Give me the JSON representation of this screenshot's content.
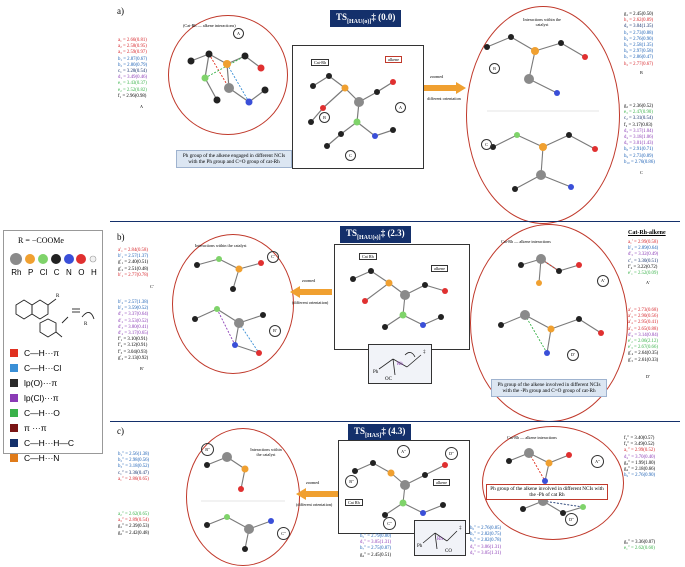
{
  "panels": {
    "a": {
      "tag": "a)",
      "title": "TS",
      "title_sub": "[HAU(o)]",
      "title_val": "‡ (0.0)",
      "left_header": "(Cat-Rh — alkene interactions)",
      "right_header": "Interactions within the catalyst",
      "box_cat": "Cat-Rh",
      "box_alkene": "alkene",
      "arrow_top": "zoomed",
      "arrow_bottom": "different orientation",
      "note": "Ph group of the alkene engaged in different NCIs with the Ph group and C=O group of cat-Rh",
      "left_list": [
        "a₁ = 2.66(0.81)",
        "a₂ = 2.58(0.95)",
        "a₃ = 2.59(0.97)",
        "b₁ = 2.87(0.67)",
        "b₂ = 2.80(0.79)",
        "c₁ = 3.28(0.54)",
        "d₁ = 3.49(0.46)",
        "e₁ = 3.43(0.37)",
        "e₂ = 2.52(0.82)",
        "f₁ = 2.96(0.98)"
      ],
      "left_caption": "A",
      "right_list_1": [
        "g₁ = 2.45(0.50)",
        "h₁ = 2.62(0.89)",
        "d₂ = 3.04(1.35)",
        "b₃ = 2.73(0.88)",
        "b₄ = 2.76(0.90)",
        "b₅ = 2.58(1.35)",
        "b₆ = 2.97(0.58)",
        "b₇ = 2.86(0.47)",
        "h₂ = 2.77(0.67)"
      ],
      "right_caption_1": "B",
      "right_list_2": [
        "g₂ = 2.36(0.52)",
        "e₃ = 2.47(0.90)",
        "c₂ = 3.31(0.54)",
        "f₂ = 3.17(0.83)",
        "d₃ = 3.17(1.04)",
        "d₄ = 3.18(1.06)",
        "d₅ = 3.01(1.43)",
        "b₈ = 2.91(0.71)",
        "b₉ = 2.73(0.89)",
        "b₁₀ = 2.76(0.86)"
      ],
      "right_caption_2": "C"
    },
    "b": {
      "tag": "b)",
      "title": "TS",
      "title_sub": "[HAU(s)]",
      "title_val": "‡ (2.3)",
      "left_header": "Interactions within the catalyst",
      "right_header": "Cat-Rh — alkene interactions",
      "right_col_title": "Cat-Rh-alkene",
      "box_cat": "Cat Rh",
      "box_alkene": "alkene",
      "arrow_top": "zoomed",
      "arrow_bottom": "(different orientation)",
      "note": "Ph group of the alkene involved in different NCIs with the -Ph group and C=O group of cat-Rh",
      "left_list_1": [
        "a′₁ = 2.84(0.58)",
        "b′₁ = 2.57(1.37)",
        "g′₁ = 2.40(0.51)",
        "g′₂ = 2.51(0.48)",
        "h′₁ = 2.77(0.78)"
      ],
      "left_caption_1": "C′",
      "left_list_2": [
        "b′₂ = 2.57(1.38)",
        "b′₃ = 3.59(0.52)",
        "d′₁ = 3.37(0.64)",
        "d′₂ = 3.53(0.52)",
        "d′₃ = 3.80(0.41)",
        "d′₄ = 3.17(0.65)",
        "f′₁ = 3.10(0.91)",
        "f′₂ = 3.12(0.91)",
        "f′₃ = 3.04(0.93)",
        "g′₃ = 2.13(0.92)"
      ],
      "left_caption_2": "B′",
      "right_list_1": [
        "a₁′ = 2.99(0.58)",
        "b′₂ = 2.89(0.64)",
        "d′₅ = 3.32(0.49)",
        "c′₁ = 3.30(0.51)",
        "f′₄ = 3.22(0.72)",
        "e′₁ = 2.52(0.09)"
      ],
      "right_caption_1": "A′",
      "right_list_2": [
        "a′₂ = 2.73(0.68)",
        "a′₃ = 2.90(0.56)",
        "a′₄ = 2.95(0.41)",
        "a′₅ = 2.65(0.88)",
        "d′₆ = 3.14(0.84)",
        "e′₂ = 2.06(2.12)",
        "e′₃ = 2.67(0.66)",
        "g′₄ = 2.64(0.35)",
        "g′₅ = 2.61(0.33)"
      ],
      "right_caption_2": "D′"
    },
    "c": {
      "tag": "c)",
      "title": "TS",
      "title_sub": "[HAS]",
      "title_val": "‡ (4.3)",
      "left_header": "Interactions within the catalyst",
      "right_header": "Cat-Rh — alkene interactions",
      "box_cat": "Cat Rh",
      "box_alkene": "alkene",
      "arrow_top": "zoomed",
      "arrow_bottom": "(different orientation)",
      "note": "Ph group of the alkene involved in different NCIs with the -Ph of cat Rh",
      "left_list_1": [
        "b₁″ = 2.56(1.38)",
        "b₂″ = 2.98(0.56)",
        "b₃″ = 3.18(0.52)",
        "c₁″ = 3.36(0.47)",
        "a₁″ = 2.86(0.65)"
      ],
      "left_list_2": [
        "a₂″ = 2.62(0.65)",
        "a₃″ = 2.89(0.54)",
        "g₁″ = 2.39(0.53)",
        "g₂″ = 2.42(0.48)"
      ],
      "mid_list_1": [
        "b₅″ = 2.79(0.80)",
        "d₁″ = 3.05(1.31)",
        "b₇″ = 2.75(0.87)",
        "g₄″ = 2.45(0.51)"
      ],
      "mid_list_2": [
        "b₆″ = 2.76(0.85)",
        "b₇″ = 2.82(0.75)",
        "b₈″ = 2.82(0.78)",
        "d₂″ = 3.06(1.31)",
        "d₃″ = 3.05(1.31)"
      ],
      "right_list_1": [
        "f₁″ = 3.40(0.57)",
        "f₂″ = 3.49(0.52)",
        "a₁″ = 2.99(0.52)",
        "d₄″ = 3.70(0.40)",
        "g₃″ = 1.99(1.00)",
        "g₄″ = 2.18(0.66)",
        "b₉″ = 2.76(0.90)"
      ],
      "right_list_2": [
        "g₅″ = 3.36(0.07)",
        "e₁″ = 2.62(0.60)"
      ]
    }
  },
  "legend": {
    "formula": "R = −COOMe",
    "atoms": [
      "Rh",
      "P",
      "Cl",
      "C",
      "N",
      "O",
      "H"
    ],
    "atom_colors": [
      "#8a8a8a",
      "#f0a030",
      "#7fd36a",
      "#222222",
      "#3a4fd8",
      "#e03030",
      "#f2f2f2"
    ],
    "items": [
      {
        "label": "C—H···π",
        "color": "#e03020"
      },
      {
        "label": "C—H···Cl",
        "color": "#3a8fd6"
      },
      {
        "label": "lp(O)···π",
        "color": "#2a2a2a"
      },
      {
        "label": "lp(Cl)···π",
        "color": "#8a3bb5"
      },
      {
        "label": "C—H···O",
        "color": "#3ab24a"
      },
      {
        "label": "π ···π",
        "color": "#7a1515"
      },
      {
        "label": "C—H···H—C",
        "color": "#14306b"
      },
      {
        "label": "C—H···N",
        "color": "#e07b1a"
      }
    ]
  }
}
